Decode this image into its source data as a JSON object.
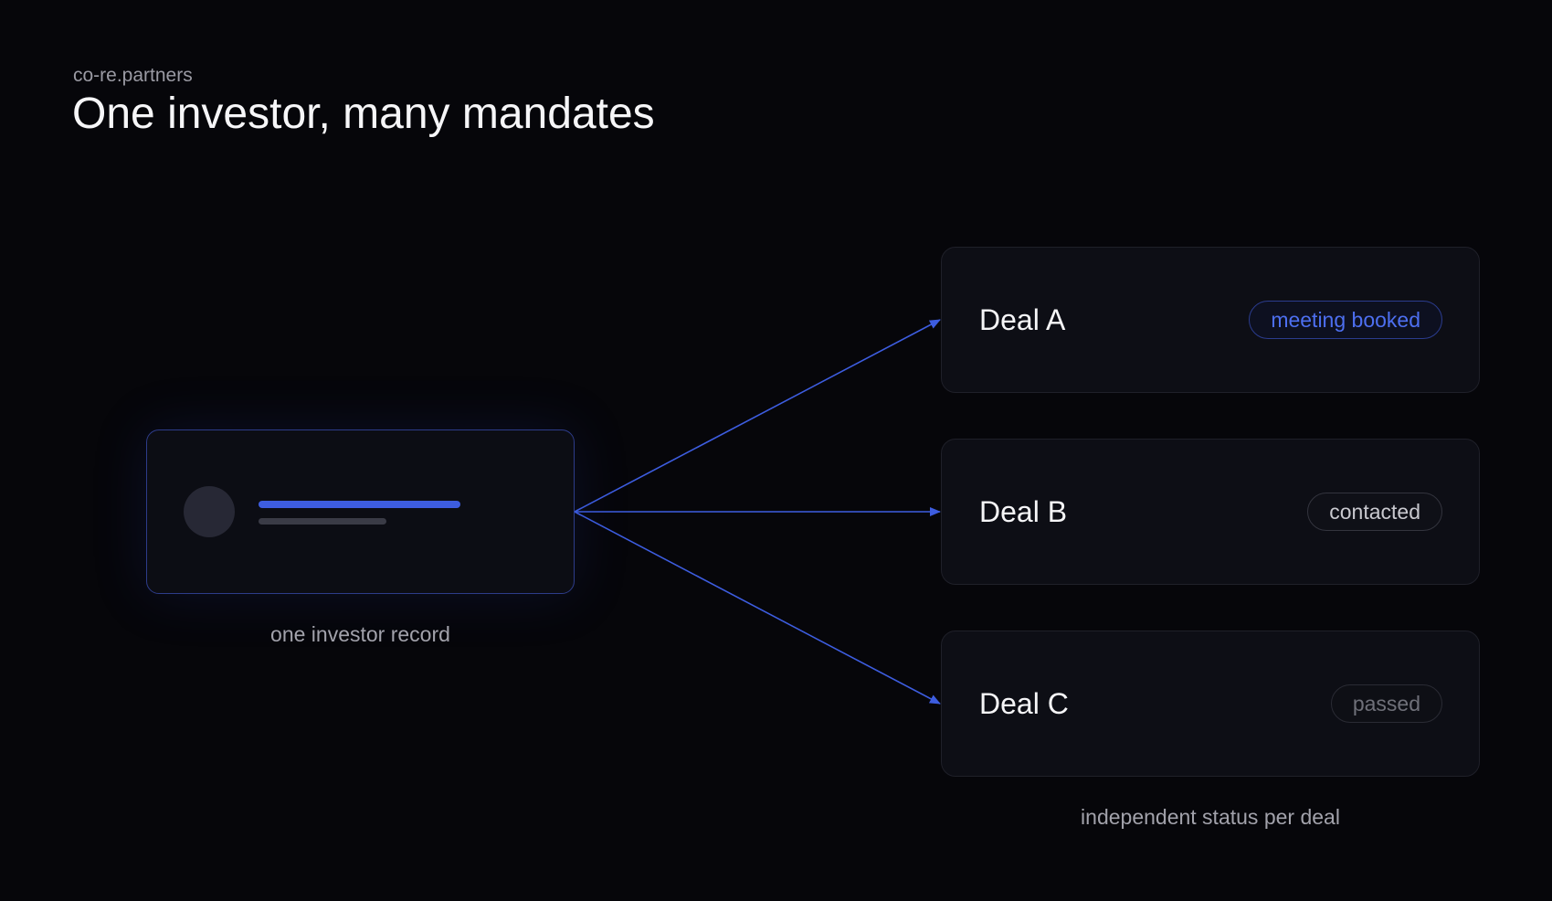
{
  "header": {
    "brand": "co-re.partners",
    "title": "One investor, many mandates"
  },
  "investor": {
    "caption": "one investor record"
  },
  "deals": [
    {
      "name": "Deal A",
      "status": "meeting booked",
      "status_color": "#4d6ff0"
    },
    {
      "name": "Deal B",
      "status": "contacted",
      "status_color": "#c9c9cf"
    },
    {
      "name": "Deal C",
      "status": "passed",
      "status_color": "#6f7079"
    }
  ],
  "deals_caption": "independent status per deal",
  "colors": {
    "background": "#06060a",
    "accent": "#3d5de0",
    "card": "#0d0e15"
  }
}
